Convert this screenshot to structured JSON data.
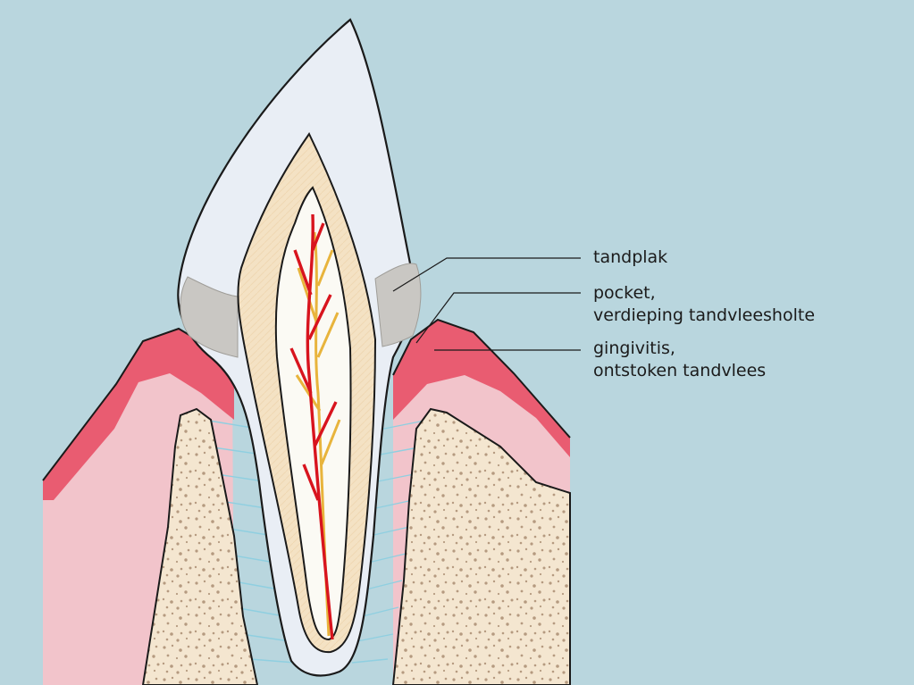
{
  "colors": {
    "background": "#b9d6de",
    "gum": "#f2c4cb",
    "gum_inflamed": "#e84a62",
    "bone": "#f4e6d0",
    "bone_dots": "#b59a80",
    "enamel": "#e9eef5",
    "dentin": "#f4e2c4",
    "pulp": "#fbfaf4",
    "plaque": "#c9c7c3",
    "artery": "#d8141e",
    "nerve": "#e8b43c",
    "ligament": "#8fcfe0",
    "outline": "#1a1a1a"
  },
  "labels": {
    "plaque": {
      "lines": [
        "tandplak"
      ]
    },
    "pocket": {
      "lines": [
        "pocket,",
        "verdieping tandvleesholte"
      ]
    },
    "gingivitis": {
      "lines": [
        "gingivitis,",
        "ontstoken tandvlees"
      ]
    }
  }
}
